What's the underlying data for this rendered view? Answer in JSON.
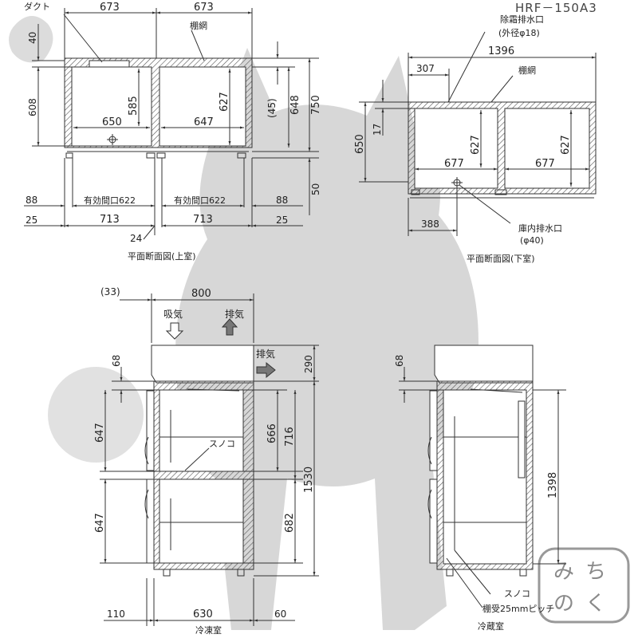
{
  "model": "HRF－150A3",
  "colors": {
    "line": "#333333",
    "hatch": "#555555",
    "watermark": "#cfcfcf",
    "ink": "#222222"
  },
  "upper_plan": {
    "title": "平面断面図(上室)",
    "duct_label": "ダクト",
    "shelf_label": "棚網",
    "dims": {
      "top_left": "673",
      "top_right": "673",
      "duct_h": "40",
      "depth_608": "608",
      "inner_w_left": "650",
      "inner_d_left": "585",
      "inner_w_right": "647",
      "inner_d_right": "627",
      "offset_45": "(45)",
      "d648": "648",
      "d750": "750",
      "d50": "50",
      "opening_left": "有効間口622",
      "opening_right": "有効間口622",
      "side_left": "88",
      "side_right": "88",
      "base_left": "25",
      "base_mid_left": "713",
      "base_mid_right": "713",
      "base_right": "25",
      "gap": "24"
    }
  },
  "lower_plan": {
    "title": "平面断面図(下室)",
    "defrost_drain": "除霜排水口",
    "defrost_drain_dia": "(外径φ18)",
    "shelf_label": "棚網",
    "inner_drain": "庫内排水口",
    "inner_drain_dia": "(φ40)",
    "dims": {
      "total_w": "1396",
      "w307": "307",
      "d650": "650",
      "d17": "17",
      "inner_d_left": "627",
      "inner_d_right": "627",
      "inner_w_left": "677",
      "inner_w_right": "677",
      "w388": "388"
    }
  },
  "front_section": {
    "title": "冷凍室",
    "intake": "吸気",
    "exhaust_top": "排気",
    "exhaust_side": "排気",
    "sunoko": "スノコ",
    "dims": {
      "d33": "(33)",
      "w800": "800",
      "h68": "68",
      "h290": "290",
      "h647_top": "647",
      "h666": "666",
      "h716": "716",
      "h1530": "1530",
      "h647_bottom": "647",
      "h682": "682",
      "w110": "110",
      "w630": "630",
      "w60": "60"
    }
  },
  "side_section": {
    "title": "冷蔵室",
    "sunoko": "スノコ",
    "shelf_pitch": "棚受25mmピッチ",
    "dims": {
      "h68": "68",
      "h1398": "1398"
    }
  },
  "stamp_text": "みちのく"
}
